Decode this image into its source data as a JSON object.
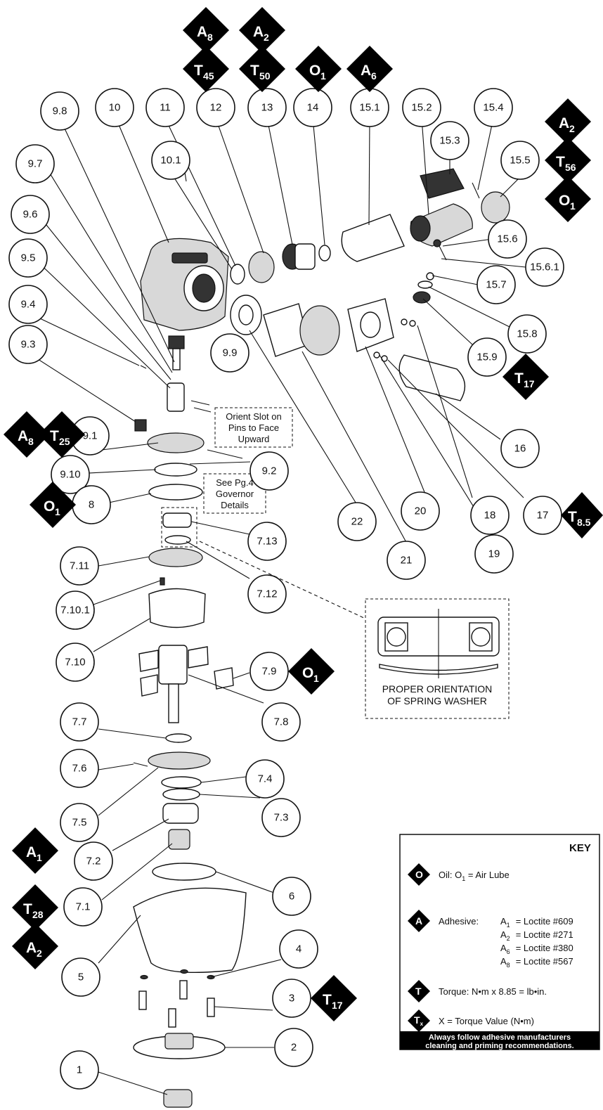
{
  "parts": {
    "p1": "1",
    "p2": "2",
    "p3": "3",
    "p4": "4",
    "p5": "5",
    "p6": "6",
    "p7_1": "7.1",
    "p7_2": "7.2",
    "p7_3": "7.3",
    "p7_4": "7.4",
    "p7_5": "7.5",
    "p7_6": "7.6",
    "p7_7": "7.7",
    "p7_8": "7.8",
    "p7_9": "7.9",
    "p7_10": "7.10",
    "p7_10_1": "7.10.1",
    "p7_11": "7.11",
    "p7_12": "7.12",
    "p7_13": "7.13",
    "p8": "8",
    "p9_1": "9.1",
    "p9_2": "9.2",
    "p9_3": "9.3",
    "p9_4": "9.4",
    "p9_5": "9.5",
    "p9_6": "9.6",
    "p9_7": "9.7",
    "p9_8": "9.8",
    "p9_9": "9.9",
    "p9_10": "9.10",
    "p10": "10",
    "p10_1": "10.1",
    "p11": "11",
    "p12": "12",
    "p13": "13",
    "p14": "14",
    "p15_1": "15.1",
    "p15_2": "15.2",
    "p15_3": "15.3",
    "p15_4": "15.4",
    "p15_5": "15.5",
    "p15_6": "15.6",
    "p15_6_1": "15.6.1",
    "p15_7": "15.7",
    "p15_8": "15.8",
    "p15_9": "15.9",
    "p16": "16",
    "p17": "17",
    "p18": "18",
    "p19": "19",
    "p20": "20",
    "p21": "21",
    "p22": "22"
  },
  "badges": {
    "A": "A",
    "O": "O",
    "T": "T",
    "s1": "1",
    "s2": "2",
    "s6": "6",
    "s8": "8",
    "s17": "17",
    "s25": "25",
    "s28": "28",
    "s45": "45",
    "s50": "50",
    "s56": "56",
    "s8_5": "8.5"
  },
  "notes": {
    "orient_1": "Orient Slot on",
    "orient_2": "Pins to Face",
    "orient_3": "Upward",
    "see_1": "See Pg.4",
    "see_2": "Governor",
    "see_3": "Details",
    "spring_1": "PROPER ORIENTATION",
    "spring_2": "OF SPRING WASHER"
  },
  "key": {
    "title": "KEY",
    "oil_symbol": "O",
    "oil_text": "Oil: O",
    "oil_sub": "1",
    "oil_def": " = Air Lube",
    "adh_symbol": "A",
    "adh_label": "Adhesive:",
    "a_letter": "A",
    "a1_sub": "1",
    "a1_def": "= Loctite #609",
    "a2_sub": "2",
    "a2_def": "= Loctite #271",
    "a6_sub": "6",
    "a6_def": "= Loctite #380",
    "a8_sub": "8",
    "a8_def": "= Loctite #567",
    "tq_symbol": "T",
    "tq_text": "Torque: N•m x 8.85 = lb•in.",
    "tx_symbol": "T",
    "tx_sub": "x",
    "tx_text": "X = Torque Value (N•m)",
    "footer_1": "Always follow adhesive manufacturers",
    "footer_2": "cleaning and priming recommendations."
  },
  "colors": {
    "ink": "#111111",
    "badge": "#000000",
    "paper": "#ffffff"
  }
}
